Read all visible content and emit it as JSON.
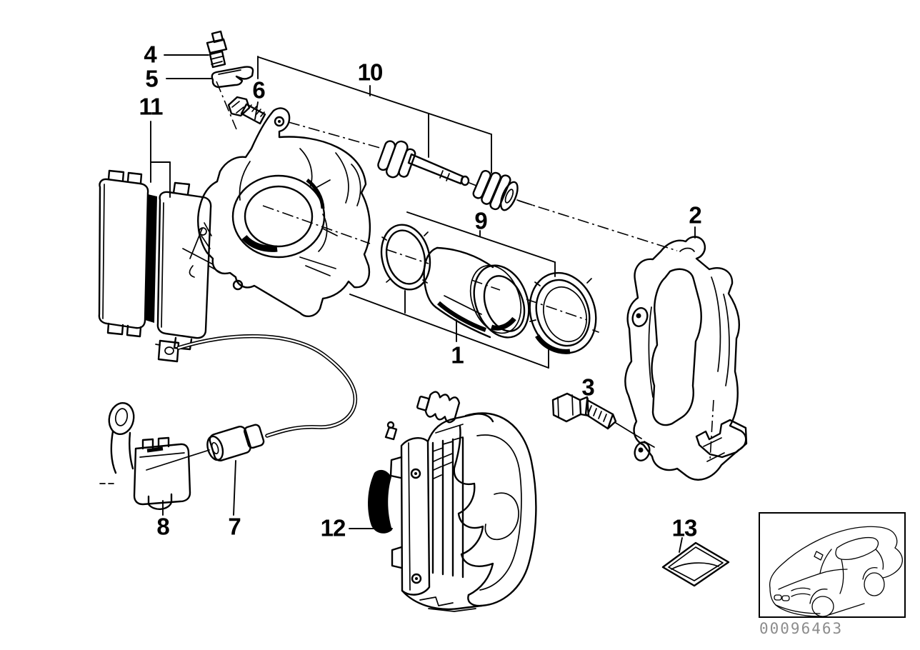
{
  "diagram": {
    "callouts": [
      {
        "label": "1",
        "name": "piston"
      },
      {
        "label": "2",
        "name": "caliper-carrier"
      },
      {
        "label": "3",
        "name": "hex-bolt"
      },
      {
        "label": "4",
        "name": "bleeder-valve"
      },
      {
        "label": "5",
        "name": "bleeder-dust-cap"
      },
      {
        "label": "6",
        "name": "guide-screw"
      },
      {
        "label": "7",
        "name": "sensor-plug"
      },
      {
        "label": "8",
        "name": "cable-holder"
      },
      {
        "label": "9",
        "name": "seal-set"
      },
      {
        "label": "10",
        "name": "guide-pin-set"
      },
      {
        "label": "11",
        "name": "brake-pads"
      },
      {
        "label": "12",
        "name": "brake-caliper-assembled"
      },
      {
        "label": "13",
        "name": "grease-pack"
      }
    ]
  },
  "thumbnail": {
    "part_number": "00096463"
  },
  "colors": {
    "line": "#000000",
    "background": "#ffffff",
    "part_number_text": "#8c8c8c"
  }
}
